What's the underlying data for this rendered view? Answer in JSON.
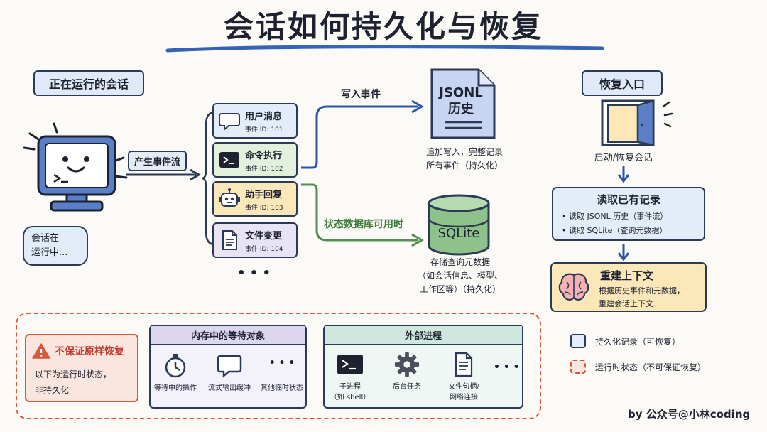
{
  "title": "会话如何持久化与恢复",
  "running_session": {
    "label": "正在运行的会话",
    "bubble_line1": "会话在",
    "bubble_line2": "运行中...",
    "produce_label": "产生事件流"
  },
  "events": [
    {
      "name": "用户消息",
      "id": "事件 ID: 101",
      "icon": "chat-bubble-icon",
      "color": "#e3ecf9"
    },
    {
      "name": "命令执行",
      "id": "事件 ID: 102",
      "icon": "terminal-icon",
      "color": "#e2f0dc"
    },
    {
      "name": "助手回复",
      "id": "事件 ID: 103",
      "icon": "robot-icon",
      "color": "#fbe7b8"
    },
    {
      "name": "文件变更",
      "id": "事件 ID: 104",
      "icon": "document-icon",
      "color": "#e8e4f4"
    }
  ],
  "events_more": "• • •",
  "jsonl": {
    "arrow_label": "写入事件",
    "doc_line1": "JSONL",
    "doc_line2": "历史",
    "caption_line1": "追加写入，完整记录",
    "caption_line2": "所有事件（持久化）"
  },
  "sqlite": {
    "arrow_label": "状态数据库可用时",
    "db_label": "SQLite",
    "caption_line1": "存储查询元数据",
    "caption_line2": "（如会话信息、模型、",
    "caption_line3": "工作区等）（持久化）"
  },
  "recovery": {
    "label": "恢复入口",
    "start_caption": "启动/恢复会话",
    "read_title": "读取已有记录",
    "read_items": [
      "• 读取 JSONL 历史（事件流）",
      "• 读取 SQLite（查询元数据）"
    ],
    "rebuild_title": "重建上下文",
    "rebuild_line1": "根据历史事件和元数据，",
    "rebuild_line2": "重建会话上下文"
  },
  "runtime": {
    "warn_title": "不保证原样恢复",
    "warn_line1": "以下为运行时状态，",
    "warn_line2": "非持久化",
    "memory_title": "内存中的等待对象",
    "memory_items": [
      {
        "label": "等待中的操作",
        "icon": "stopwatch-icon"
      },
      {
        "label": "流式输出缓冲",
        "icon": "speech-bubble-icon"
      },
      {
        "label": "其他临时状态",
        "icon": "ellipsis-icon"
      }
    ],
    "memory_more": "• • •",
    "external_title": "外部进程",
    "external_items": [
      {
        "label1": "子进程",
        "label2": "（如 shell）",
        "icon": "terminal-icon"
      },
      {
        "label1": "后台任务",
        "label2": "",
        "icon": "gear-icon"
      },
      {
        "label1": "文件句柄/",
        "label2": "网络连接",
        "icon": "document-icon"
      }
    ],
    "external_more": "• • •"
  },
  "legend": {
    "persistent": "持久化记录（可恢复）",
    "runtime": "运行时状态（不可保证恢复）"
  },
  "credit": "by 公众号@小林coding",
  "colors": {
    "blue_arrow": "#2a56a8",
    "green_arrow": "#4f8f4f",
    "orange_dash": "#d9583a",
    "outline": "#2b3a55"
  }
}
